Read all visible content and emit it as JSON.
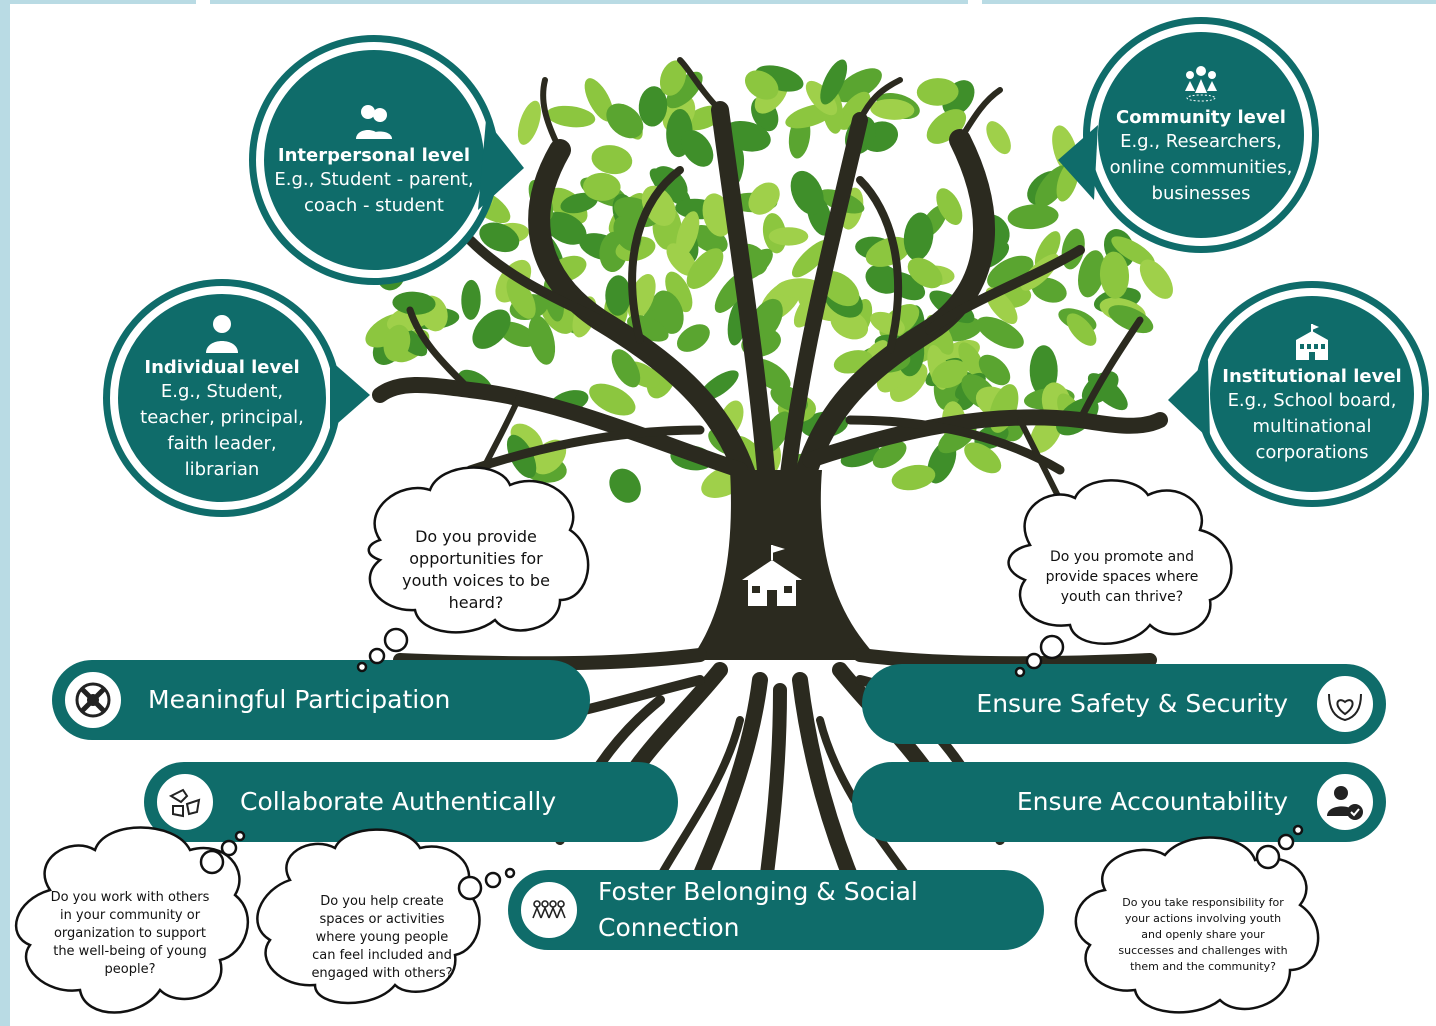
{
  "levels": {
    "interpersonal": {
      "title": "Interpersonal level",
      "desc1": "E.g., Student - parent,",
      "desc2": "coach - student",
      "icon": "people-icon"
    },
    "individual": {
      "title": "Individual  level",
      "desc1": "E.g., Student,",
      "desc2": "teacher, principal,",
      "desc3": "faith leader,",
      "desc4": "librarian",
      "icon": "person-icon"
    },
    "community": {
      "title": "Community level",
      "desc1": "E.g., Researchers,",
      "desc2": "online communities,",
      "desc3": "businesses",
      "icon": "community-icon"
    },
    "institutional": {
      "title": "Institutional level",
      "desc1": "E.g., School board,",
      "desc2": "multinational",
      "desc3": "corporations",
      "icon": "school-building-icon"
    }
  },
  "questions": {
    "voices": "Do you provide opportunities for youth voices to be heard?",
    "spaces": "Do you promote and provide spaces where youth can thrive?",
    "work_with": "Do you work with others in your community or organization to support the well-being of young people?",
    "help_create": "Do you help create spaces or activities where young people can feel included and engaged with others?",
    "responsibility": "Do you take responsibility for your actions involving youth and openly share your successes and challenges with them and the community?"
  },
  "banners": {
    "participation": "Meaningful Participation",
    "safety": "Ensure Safety & Security",
    "collaborate": "Collaborate Authentically",
    "accountability": "Ensure Accountability",
    "belonging_line1": "Foster Belonging & Social",
    "belonging_line2": "Connection"
  },
  "colors": {
    "teal": "#0f6c6a",
    "trunk": "#2b2a1f",
    "leaf_light": "#8cc63f",
    "leaf_dark": "#3f8f2a",
    "frame": "#b9dbe4"
  }
}
